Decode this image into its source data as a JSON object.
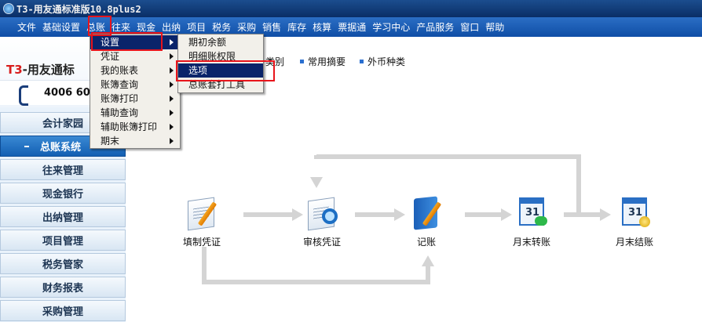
{
  "window": {
    "title": "T3-用友通标准版10.8plus2"
  },
  "menubar": [
    "文件",
    "基础设置",
    "总账",
    "往来",
    "现金",
    "出纳",
    "项目",
    "税务",
    "采购",
    "销售",
    "库存",
    "核算",
    "票据通",
    "学习中心",
    "产品服务",
    "窗口",
    "帮助"
  ],
  "sidebar": {
    "logo_text_t3": "T3",
    "logo_text_rest": "-用友通标",
    "phone": "4006 60",
    "items": [
      "会计家园",
      "总账系统",
      "往来管理",
      "现金银行",
      "出纳管理",
      "项目管理",
      "税务管家",
      "财务报表",
      "采购管理"
    ],
    "active_index": 1
  },
  "toolbar_links": [
    "类别",
    "常用摘要",
    "外币种类"
  ],
  "flow": {
    "nodes": [
      "填制凭证",
      "审核凭证",
      "记账",
      "月末转账",
      "月末结账"
    ]
  },
  "menu_gl": {
    "items": [
      "设置",
      "凭证",
      "我的账表",
      "账簿查询",
      "账簿打印",
      "辅助查询",
      "辅助账簿打印",
      "期末"
    ],
    "selected_index": 0
  },
  "submenu_settings": {
    "items": [
      "期初余额",
      "明细账权限",
      "选项",
      "总账套打工具"
    ],
    "selected_index": 2
  },
  "colors": {
    "menubar": "#1a5cb4",
    "selection": "#0a246a",
    "highlight_box": "#e8141b"
  }
}
